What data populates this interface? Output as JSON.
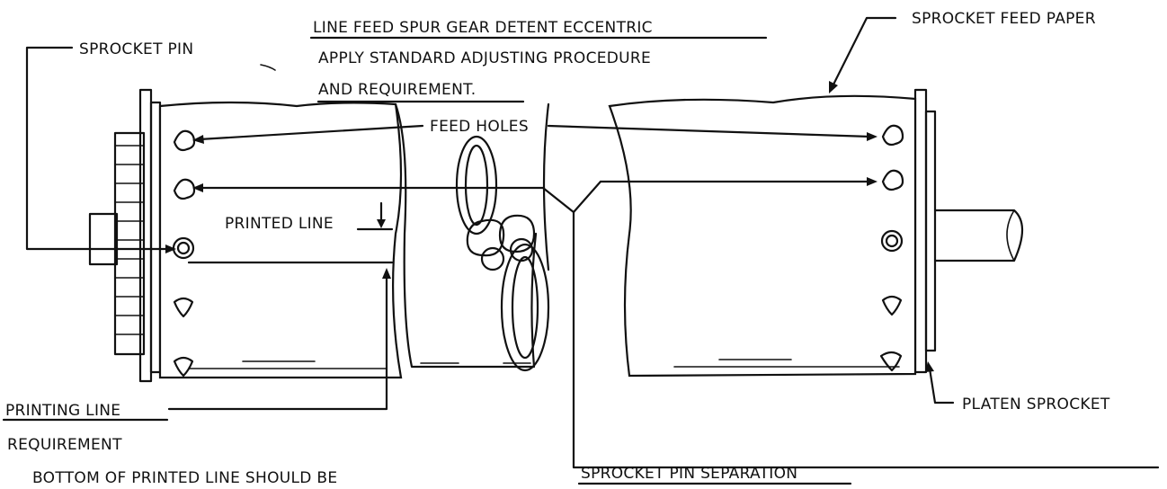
{
  "labels": {
    "sprocket_pin": "SPROCKET PIN",
    "eccentric_title": "LINE FEED SPUR GEAR DETENT ECCENTRIC",
    "apply_line1": "APPLY STANDARD ADJUSTING PROCEDURE",
    "apply_line2": "AND REQUIREMENT.",
    "sprocket_feed_paper": "SPROCKET FEED PAPER",
    "feed_holes": "FEED HOLES",
    "printed_line": "PRINTED LINE",
    "printing_line": "PRINTING LINE",
    "requirement": "REQUIREMENT",
    "bottom_note": "BOTTOM OF PRINTED LINE SHOULD BE",
    "sprocket_pin_separation": "SPROCKET PIN SEPARATION",
    "platen_sprocket": "PLATEN SPROCKET"
  },
  "colors": {
    "ink": "#111111",
    "paper": "#ffffff"
  }
}
